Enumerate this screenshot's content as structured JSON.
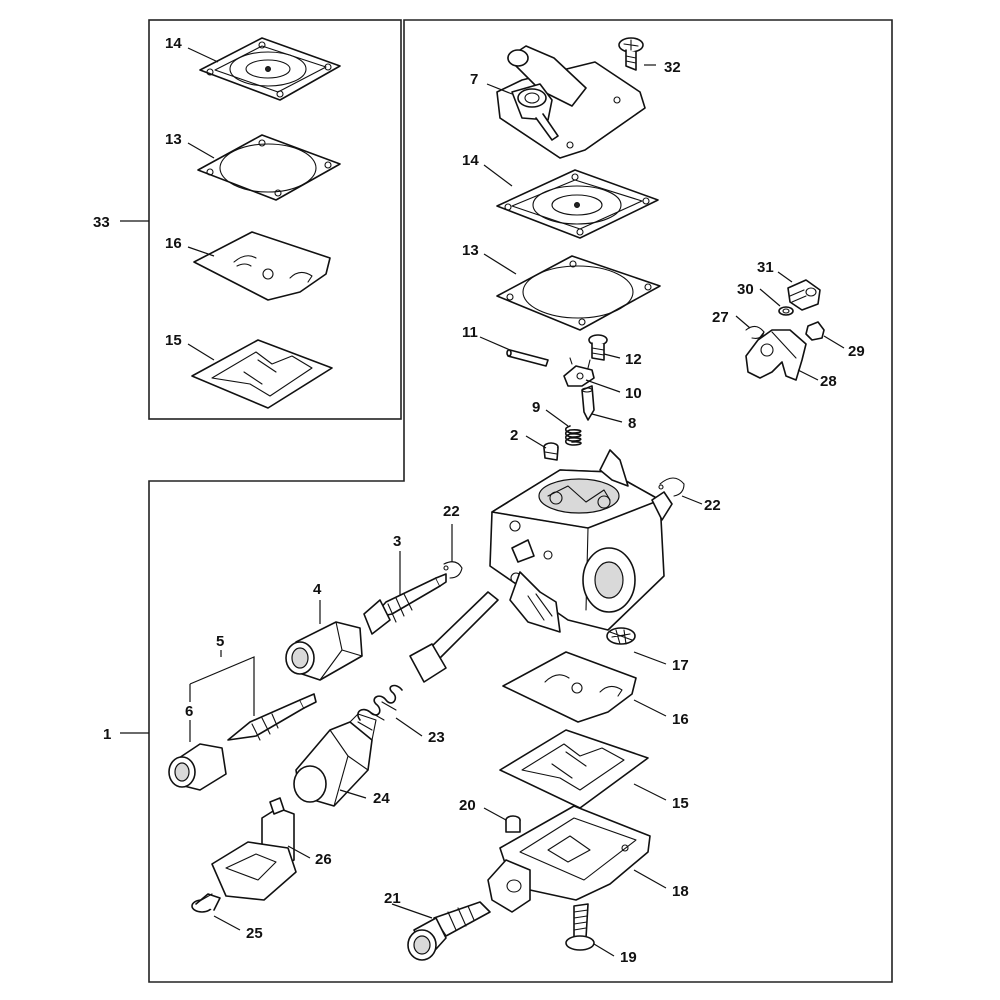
{
  "callouts": {
    "c1": "1",
    "c2": "2",
    "c3": "3",
    "c4": "4",
    "c5": "5",
    "c6": "6",
    "c7": "7",
    "c8": "8",
    "c9": "9",
    "c10": "10",
    "c11": "11",
    "c12": "12",
    "c13a": "13",
    "c13b": "13",
    "c14a": "14",
    "c14b": "14",
    "c15a": "15",
    "c15b": "15",
    "c16a": "16",
    "c16b": "16",
    "c17": "17",
    "c18": "18",
    "c19": "19",
    "c20": "20",
    "c21": "21",
    "c22a": "22",
    "c22b": "22",
    "c23": "23",
    "c24": "24",
    "c25": "25",
    "c26": "26",
    "c27": "27",
    "c28": "28",
    "c29": "29",
    "c30": "30",
    "c31": "31",
    "c32": "32",
    "c33": "33"
  }
}
